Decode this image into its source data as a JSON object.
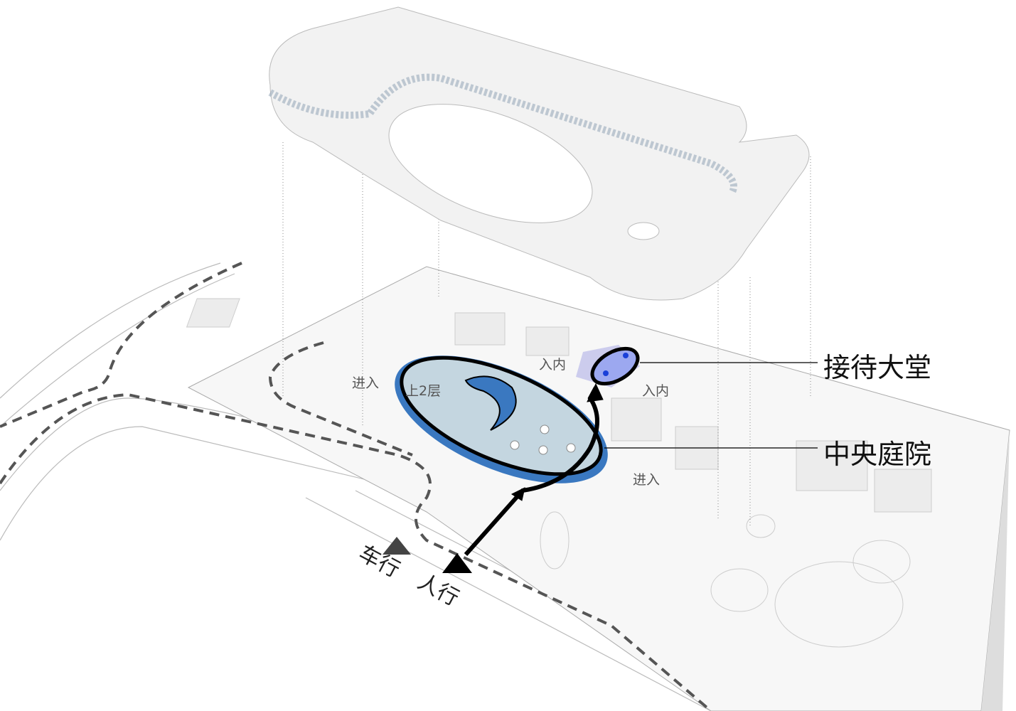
{
  "title": "Site circulation exploded axonometric",
  "callouts": {
    "reception_hall": "接待大堂",
    "central_courtyard": "中央庭院"
  },
  "small_labels": {
    "enter_left": "进入",
    "enter_right": "进入",
    "up_to_2f": "上2层",
    "inside_left": "入内",
    "inside_right": "入内"
  },
  "routes": {
    "vehicle": "车行",
    "pedestrian": "人行"
  },
  "colors": {
    "courtyard_blue": "#3a78c0",
    "courtyard_light": "#c4d6e0",
    "lobby_blue": "#1a3fd8",
    "line": "#000000"
  }
}
